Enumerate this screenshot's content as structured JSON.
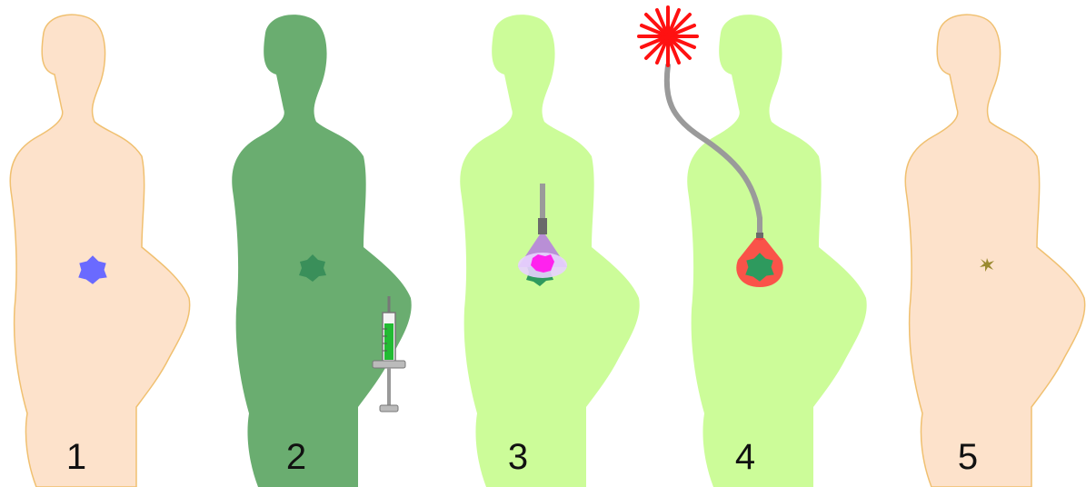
{
  "steps": [
    {
      "number": "1",
      "body_color": "#fde2cb",
      "outline_color": "#f0c070",
      "tumor_color": "#6a6aff",
      "icons": [
        "tumor-icon"
      ]
    },
    {
      "number": "2",
      "body_color": "#6aad70",
      "outline_color": "#6aad70",
      "tumor_color": "#3a8f5a",
      "icons": [
        "tumor-icon",
        "syringe-icon"
      ]
    },
    {
      "number": "3",
      "body_color": "#ccfc99",
      "outline_color": "#ccfc99",
      "tumor_color": "#2e9a5e",
      "highlight_color": "#ff22ee",
      "icons": [
        "tumor-icon",
        "light-probe-icon"
      ]
    },
    {
      "number": "4",
      "body_color": "#ccfc99",
      "outline_color": "#ccfc99",
      "tumor_color": "#2e9a5e",
      "laser_color": "#ff1111",
      "fiber_color": "#9a9a9a",
      "icons": [
        "tumor-icon",
        "laser-burst-icon",
        "optical-fiber-icon"
      ]
    },
    {
      "number": "5",
      "body_color": "#fde2cb",
      "outline_color": "#f0c070",
      "tumor_color": "#9a8a30",
      "icons": [
        "tumor-remnant-icon"
      ]
    }
  ]
}
